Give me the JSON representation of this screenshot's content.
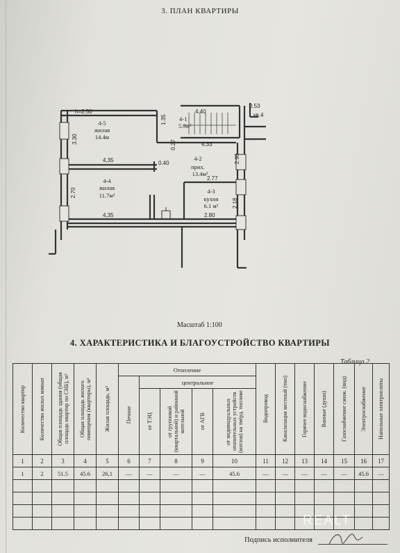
{
  "section3_title": "3. ПЛАН КВАРТИРЫ",
  "scale": "Масштаб 1:100",
  "section4_title": "4. ХАРАКТЕРИСТИКА И БЛАГОУСТРОЙСТВО КВАРТИРЫ",
  "table_caption": "Таблица 2",
  "plan": {
    "h_label": "h=2.50",
    "rooms": [
      {
        "id": "4-5",
        "kind": "жилая",
        "area": "14.4м"
      },
      {
        "id": "4-2",
        "kind": "прих.",
        "area": "13.4м²"
      },
      {
        "id": "4-4",
        "kind": "жилая",
        "area": "11.7м²"
      },
      {
        "id": "4-3",
        "kind": "кухня",
        "area": "6.1 м²"
      },
      {
        "id": "4-1",
        "area": "5.9м²"
      }
    ],
    "dims": [
      "3.30",
      "1.35",
      "4.40",
      "0.53",
      "кв.4",
      "0.27",
      "4.33",
      "4,35",
      "0.40",
      "2.90",
      "2.77",
      "2.70",
      "2.18",
      "4,35",
      "2.80"
    ]
  },
  "table": {
    "heating_group": "Отопление",
    "central_group": "центральное",
    "headers": [
      "Количество квартир",
      "Количество жилых комнат",
      "Общая площадь здания (общая площадь квартир по СНБ), м²",
      "Общая площадь жилого помещения (квартиры), м²",
      "Жилая площадь, м²",
      "Печное",
      "от ТЭЦ",
      "от групповой (квартальной) и районной котельной",
      "от АГВ",
      "от индивидуальных отопительных устройств (котлов) на твёрд. топливе",
      "Водопровод",
      "Канализация местный (тип)",
      "Горячее водоснабжение",
      "Ванные (души)",
      "Газоснабжение сжиж. (вид)",
      "Электроснабжение",
      "Напольные электроплиты"
    ],
    "numbers": [
      "1",
      "2",
      "3",
      "4",
      "5",
      "6",
      "7",
      "8",
      "9",
      "10",
      "11",
      "12",
      "13",
      "14",
      "15",
      "16",
      "17"
    ],
    "row": [
      "1",
      "2",
      "51.5",
      "45.6",
      "26,1",
      "—",
      "—",
      "—",
      "—",
      "45.6",
      "—",
      "—",
      "—",
      "—",
      "—",
      "45.6",
      "—"
    ]
  },
  "signature_label": "Подпись исполнителя",
  "watermark": "REALT"
}
